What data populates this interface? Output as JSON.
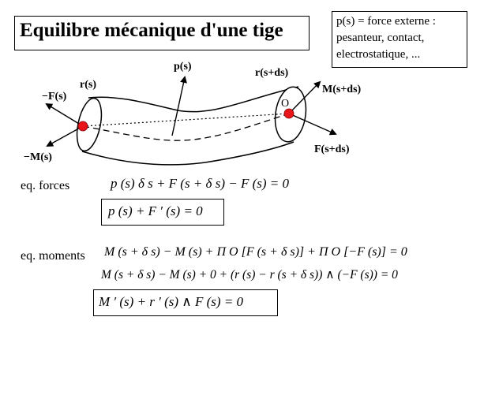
{
  "title": "Equilibre mécanique d'une tige",
  "note": {
    "lines": [
      "p(s) = force externe :",
      "pesanteur, contact,",
      "electrostatique, ..."
    ]
  },
  "diagram_labels": {
    "r_s": "r(s)",
    "p_s": "p(s)",
    "r_sds": "r(s+ds)",
    "M_sds": "M(s+ds)",
    "O": "O",
    "minus_F_s": "−F(s)",
    "minus_M_s": "−M(s)",
    "F_sds": "F(s+ds)"
  },
  "equations": {
    "forces_label": "eq. forces",
    "forces_eq1": "p (s) δ s + F (s + δ s) − F (s) = 0",
    "forces_eq2": "p (s) + F ′ (s) = 0",
    "moments_label": "eq. moments",
    "moments_eq1": "M (s + δ s) − M (s) + Π O [F (s + δ s)] + Π O [−F (s)] = 0",
    "moments_eq2": "M (s + δ s) − M (s) + 0 + (r (s) − r (s + δ s)) ∧ (−F (s)) = 0",
    "moments_eq3": "M ′ (s) + r ′ (s) ∧ F (s) = 0"
  },
  "colors": {
    "point": "#e8161b",
    "ink": "#000000"
  }
}
